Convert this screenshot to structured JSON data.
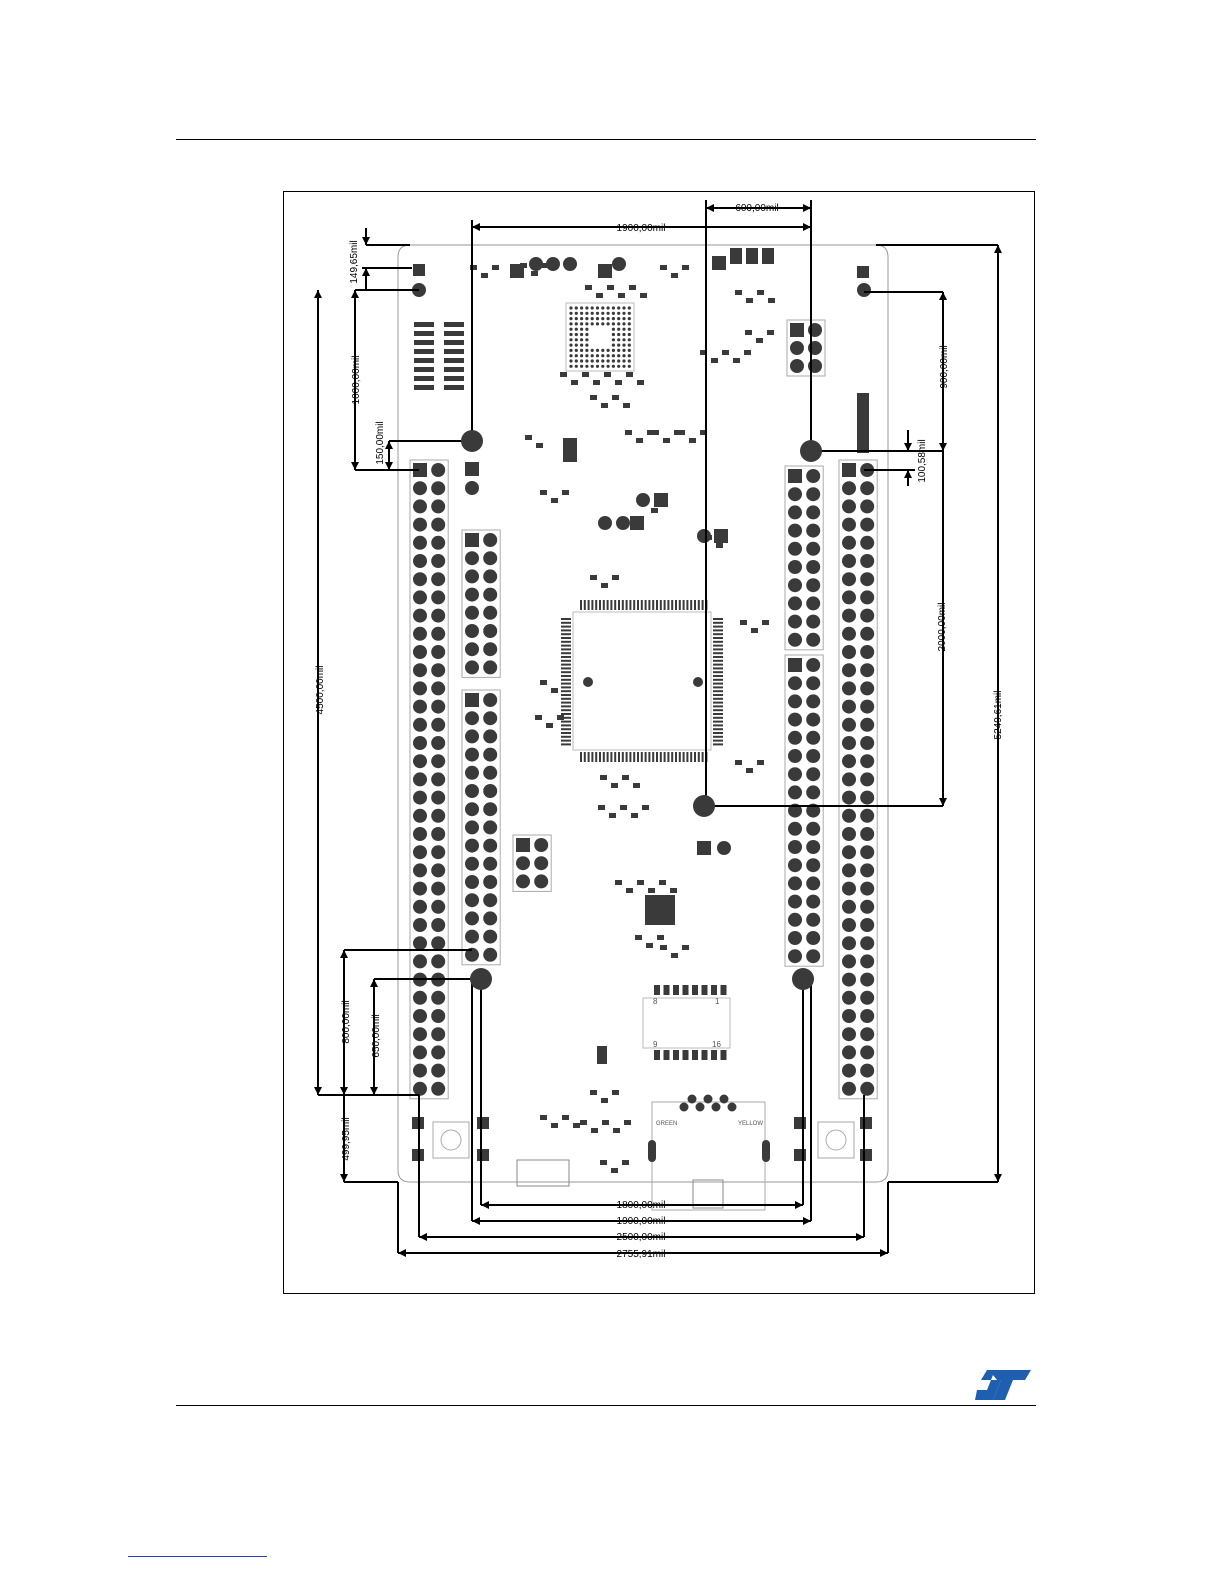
{
  "diagram": {
    "dimensions": {
      "top_600": "600,00mil",
      "top_1900": "1900,00mil",
      "left_149": "149,65mil",
      "left_1000": "1000,00mil",
      "left_150": "150,00mil",
      "left_4500": "4500,00mil",
      "left_800": "800,00mil",
      "left_650": "650,00mil",
      "left_499": "499,95mil",
      "right_900": "900,00mil",
      "right_100": "100,58mil",
      "right_2000": "2000,00mil",
      "right_5249": "5249,61mil",
      "bottom_1800": "1800,00mil",
      "bottom_1900": "1900,00mil",
      "bottom_2500": "2500,00mil",
      "bottom_2755": "2755,91mil"
    },
    "silk_labels": {
      "chip_pin_1": "1",
      "chip_pin_8": "8",
      "chip_pin_9": "9",
      "chip_pin_16": "16",
      "connector_left": "GREEN",
      "connector_right": "YELLOW"
    }
  },
  "colors": {
    "pad": "#3a3a3a",
    "dim_line": "#000000",
    "board_outline": "#9a9a9a",
    "logo_blue": "#1f5fb0"
  }
}
